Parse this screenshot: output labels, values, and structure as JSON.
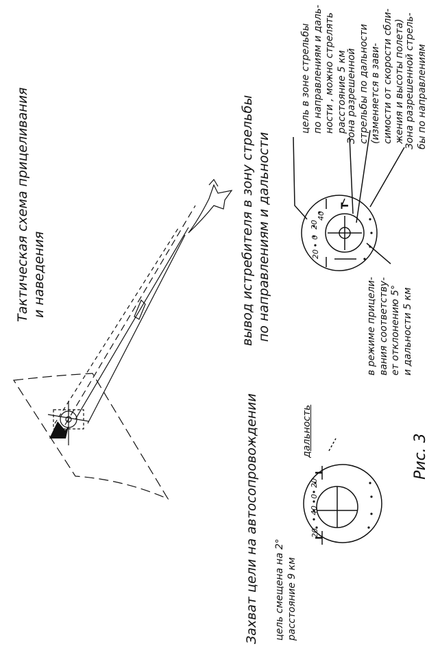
{
  "labels": {
    "tactical_title_line1": "Тактическая схема прицеливания",
    "tactical_title_line2": "и наведения",
    "fighter_output_line1": "вывод истребителя в зону стрельбы",
    "fighter_output_line2": "по направлениям и дальности",
    "capture_title": "Захват цели на автосопровождении",
    "left_scope_note_line1": "цель смещена на 2°",
    "left_scope_note_line2": "расстояние 9 км",
    "range_label": "дальность",
    "aiming_note_line1": "в режиме прицели-",
    "aiming_note_line2": "вания соответству-",
    "aiming_note_line3": "ет отклонению 5°",
    "aiming_note_line4": "и дальности 5 км",
    "target_zone_note_line1": "цель в зоне стрельбы",
    "target_zone_note_line2": "по направлениям и даль-",
    "target_zone_note_line3": "ности , можно стрелять",
    "target_zone_note_line4": "расстояние 5 км",
    "range_zone_note_line1": "Зона разрешенной",
    "range_zone_note_line2": "стрельбы по дальности",
    "range_zone_note_line3": "(изменяется в зави-",
    "range_zone_note_line4": "симости от скорости сбли-",
    "range_zone_note_line5": "жения и высоты полета)",
    "direction_zone_note_line1": "Зона разрешенной стрель-",
    "direction_zone_note_line2": "бы по направлениям",
    "figure_caption": "Рис. 3"
  },
  "scope_marks": {
    "left": [
      "20",
      "40",
      "0",
      "20"
    ],
    "right": [
      "20",
      "0",
      "20",
      "40",
      "T"
    ]
  }
}
